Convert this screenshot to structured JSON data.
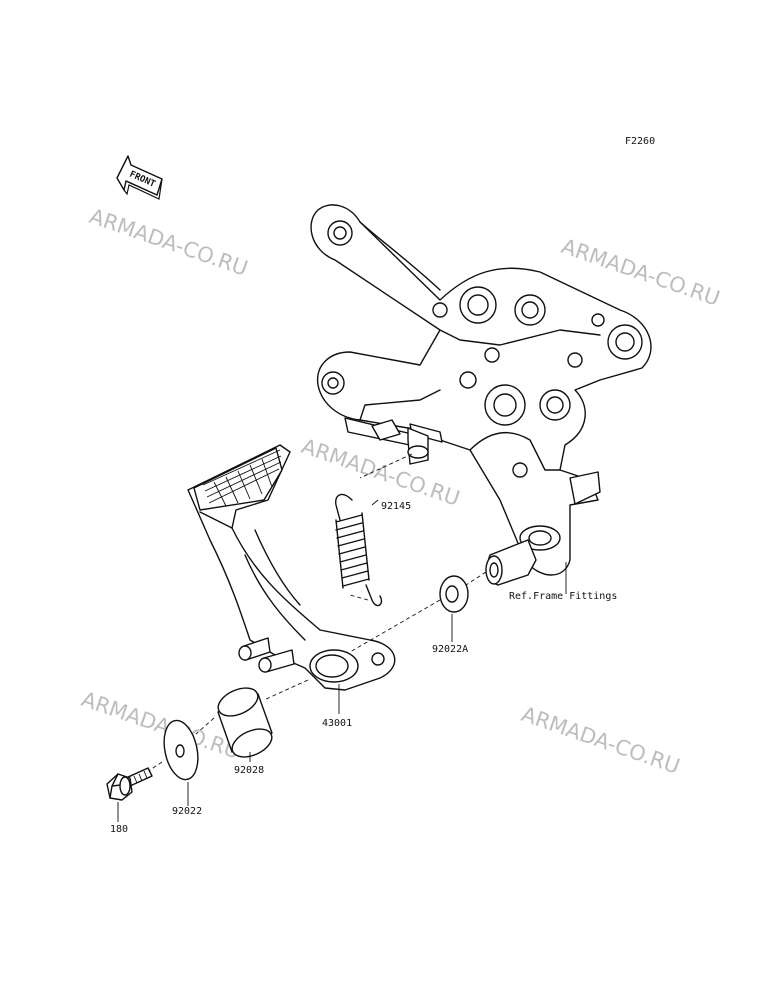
{
  "diagram": {
    "code": "F2260",
    "front_badge": "FRONT",
    "watermark": "ARMADA-CO.RU",
    "ref_note": "Ref.Frame Fittings",
    "parts": [
      {
        "id": "p92145",
        "label": "92145"
      },
      {
        "id": "p92022A",
        "label": "92022A"
      },
      {
        "id": "p43001",
        "label": "43001"
      },
      {
        "id": "p92028",
        "label": "92028"
      },
      {
        "id": "p92022",
        "label": "92022"
      },
      {
        "id": "p180",
        "label": "180"
      }
    ]
  }
}
